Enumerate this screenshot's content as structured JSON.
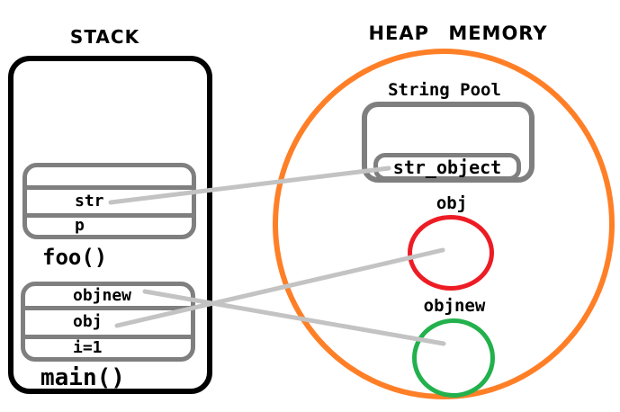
{
  "stack": {
    "title": "STACK",
    "frames": [
      {
        "label": "foo()",
        "rows": [
          "",
          "str",
          "p"
        ]
      },
      {
        "label": "main()",
        "rows": [
          "objnew",
          "obj",
          "i=1"
        ]
      }
    ]
  },
  "heap": {
    "title": "HEAP MEMORY",
    "string_pool": {
      "label": "String Pool",
      "object": "str_object"
    },
    "objects": [
      {
        "label": "obj",
        "color": "#ed1c24"
      },
      {
        "label": "objnew",
        "color": "#22b14c"
      }
    ]
  },
  "connections": [
    {
      "from": "stack.foo.str",
      "to": "heap.string_pool.str_object"
    },
    {
      "from": "stack.main.obj",
      "to": "heap.obj"
    },
    {
      "from": "stack.main.objnew",
      "to": "heap.objnew"
    }
  ],
  "colors": {
    "background": "#ffffff",
    "text": "#000000",
    "stack_border": "#000000",
    "frame_border": "#7f7f7f",
    "heap_border": "#ff7f27",
    "obj_circle": "#ed1c24",
    "objnew_circle": "#22b14c",
    "connector": "#c3c3c3"
  }
}
